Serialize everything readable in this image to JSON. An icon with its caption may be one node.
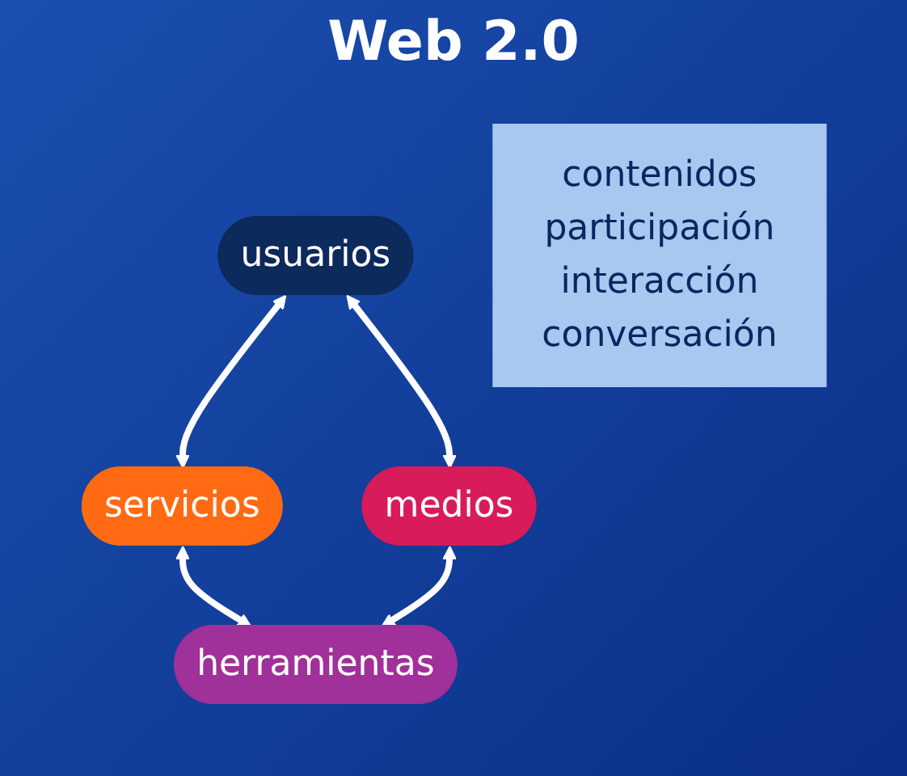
{
  "diagram": {
    "title": "Web 2.0",
    "nodes": [
      {
        "text": [
          "usuarios"
        ]
      },
      {
        "text": [
          "servicios"
        ]
      },
      {
        "text": [
          "contenidos",
          "participación",
          "interacción",
          "conversación"
        ]
      },
      {
        "text": [
          "medios"
        ]
      },
      {
        "text": [
          "herramientas"
        ]
      }
    ],
    "edges": [
      {
        "from": 0,
        "to": 1,
        "arrow": "both"
      },
      {
        "from": 0,
        "to": 3,
        "arrow": "both"
      },
      {
        "from": 1,
        "to": 4,
        "arrow": "both"
      },
      {
        "from": 3,
        "to": 4,
        "arrow": "both"
      }
    ]
  }
}
